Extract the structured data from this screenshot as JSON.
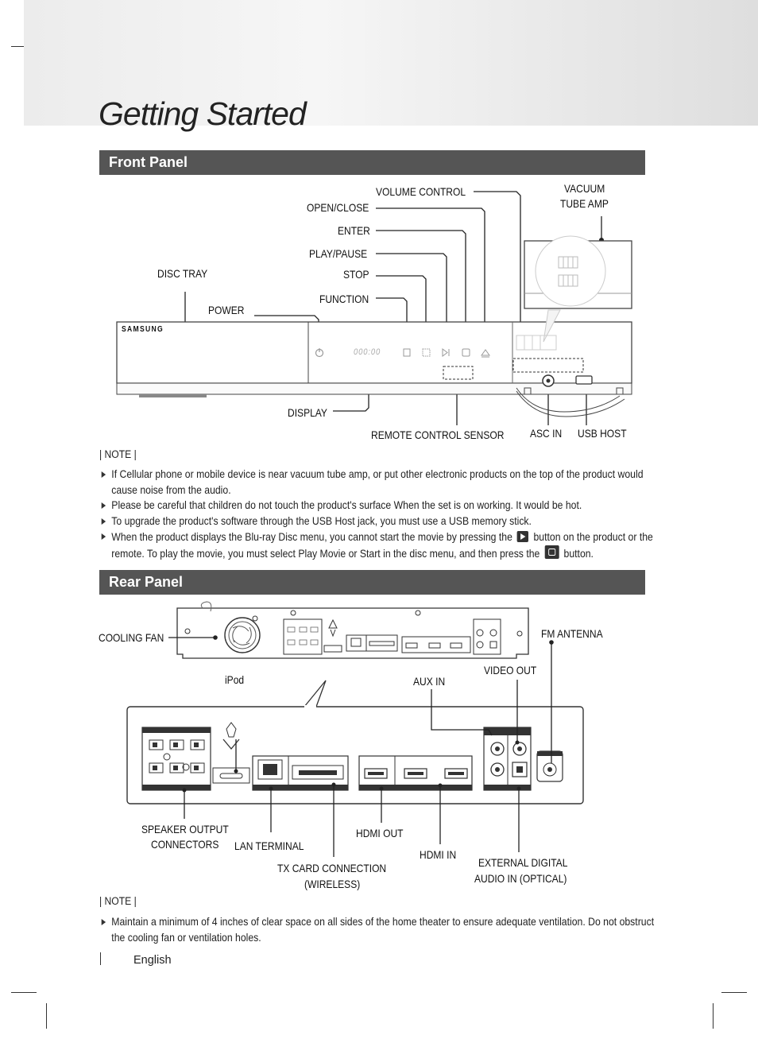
{
  "page": {
    "title": "Getting Started",
    "footer_language": "English"
  },
  "front_panel": {
    "heading": "Front Panel",
    "brand": "SAMSUNG",
    "display_digits": "000:00",
    "labels": {
      "volume_control": "VOLUME CONTROL",
      "open_close": "OPEN/CLOSE",
      "enter": "ENTER",
      "play_pause": "PLAY/PAUSE",
      "stop": "STOP",
      "function": "FUNCTION",
      "disc_tray": "DISC TRAY",
      "power": "POWER",
      "vacuum_line1": "VACUUM",
      "vacuum_line2": "TUBE AMP",
      "display": "DISPLAY",
      "remote_sensor": "REMOTE CONTROL SENSOR",
      "asc_in": "ASC IN",
      "usb_host": "USB HOST"
    },
    "note_heading": "| NOTE |",
    "notes": [
      "If Cellular phone or mobile device is near vacuum tube amp, or put other electronic products on the top of the product would cause noise from the audio.",
      "Please be careful that children do not touch the product's surface When the set is on working. It would be hot.",
      "To upgrade the product's software through the USB Host jack, you must use a USB memory stick."
    ],
    "note4_part1": "When the product displays the Blu-ray Disc menu, you cannot start the movie by pressing the",
    "note4_part2": "button on the product or",
    "note4_part3": "the remote. To play the movie, you must select Play Movie or Start in the disc menu, and then press the",
    "note4_part4": "button."
  },
  "rear_panel": {
    "heading": "Rear Panel",
    "labels": {
      "cooling_fan": "COOLING FAN",
      "fm_antenna": "FM ANTENNA",
      "video_out": "VIDEO OUT",
      "ipod": "iPod",
      "aux_in": "AUX IN",
      "speaker_line1": "SPEAKER OUTPUT",
      "speaker_line2": "CONNECTORS",
      "lan_terminal": "LAN TERMINAL",
      "hdmi_out": "HDMI OUT",
      "hdmi_in": "HDMI IN",
      "tx_line1": "TX CARD CONNECTION",
      "tx_line2": "(WIRELESS)",
      "optical_line1": "EXTERNAL DIGITAL",
      "optical_line2": "AUDIO IN (OPTICAL)"
    },
    "note_heading": "| NOTE |",
    "notes": [
      "Maintain a minimum of 4 inches of clear space on all sides of the home theater to ensure adequate ventilation. Do not obstruct the cooling fan or ventilation holes."
    ]
  }
}
